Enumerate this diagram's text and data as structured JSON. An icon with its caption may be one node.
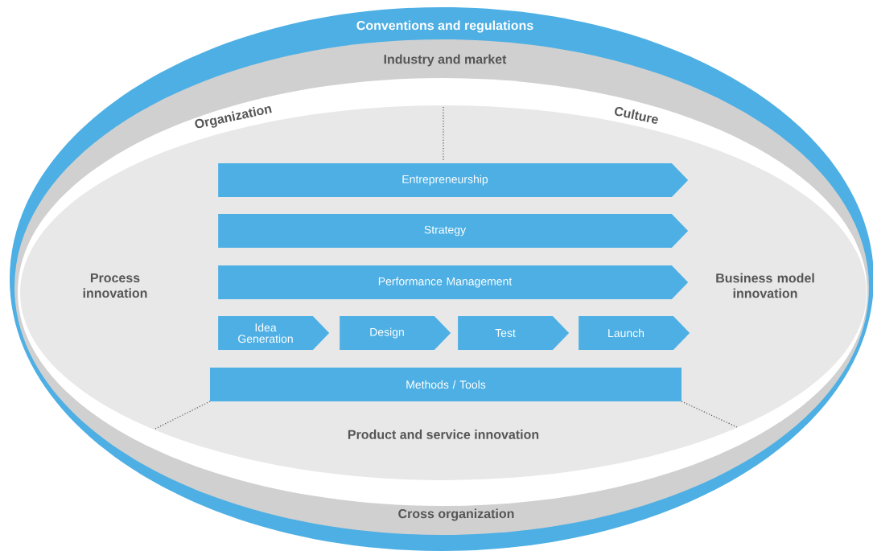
{
  "diagram": {
    "nodes": [
      {
        "text": [
          "Conventions and regulations"
        ]
      },
      {
        "text": [
          "Industry and market",
          "Cross organization"
        ],
        "in": 0
      },
      {
        "text": [
          "Organization",
          "Culture"
        ],
        "in": 1
      },
      {
        "text": [
          "Process innovation",
          "Business model innovation",
          "Product and service innovation"
        ],
        "in": 2
      },
      {
        "text": [
          "Entrepreneurship"
        ],
        "in": 3
      },
      {
        "text": [
          "Strategy"
        ],
        "in": 3
      },
      {
        "text": [
          "Performance Management"
        ],
        "in": 3
      },
      {
        "text": [
          "Idea Generation"
        ],
        "in": 3
      },
      {
        "text": [
          "Design"
        ],
        "in": 3
      },
      {
        "text": [
          "Test"
        ],
        "in": 3
      },
      {
        "text": [
          "Launch"
        ],
        "in": 3
      },
      {
        "text": [
          "Methods / Tools"
        ],
        "in": 3
      }
    ]
  }
}
